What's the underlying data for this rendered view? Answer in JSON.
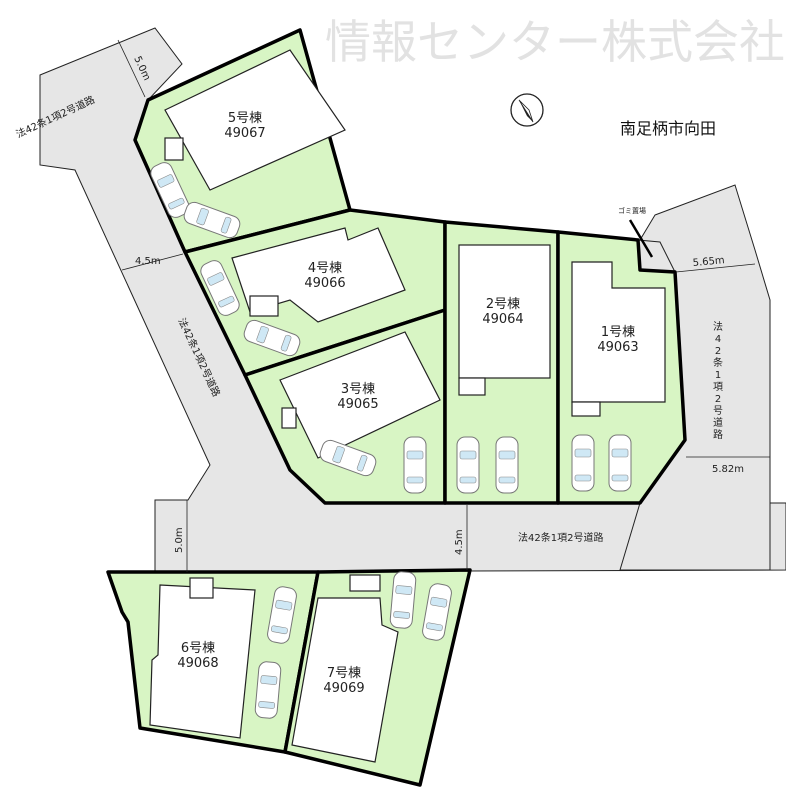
{
  "title": "南足柄市向田",
  "compass": "north-arrow-icon",
  "watermark": "情報センター株式会社",
  "colors": {
    "lot": "#d8f5c4",
    "road": "#e6e6e6",
    "border": "#000000"
  },
  "roads": {
    "top_left": "法42条1項2号道路",
    "left": "法42条1項2号道路",
    "right": "法42条1項2号道路",
    "bottom": "法42条1項2号道路"
  },
  "dimensions": {
    "top_left_width": "5.0m",
    "left_width": "4.5m",
    "right_top_width": "5.65m",
    "right_bottom_width": "5.82m",
    "lower_left_width": "5.0m",
    "bottom_width": "4.5m"
  },
  "garbage_area": "ゴミ置場",
  "lots": [
    {
      "name": "1号棟",
      "number": "49063"
    },
    {
      "name": "2号棟",
      "number": "49064"
    },
    {
      "name": "3号棟",
      "number": "49065"
    },
    {
      "name": "4号棟",
      "number": "49066"
    },
    {
      "name": "5号棟",
      "number": "49067"
    },
    {
      "name": "6号棟",
      "number": "49068"
    },
    {
      "name": "7号棟",
      "number": "49069"
    }
  ]
}
